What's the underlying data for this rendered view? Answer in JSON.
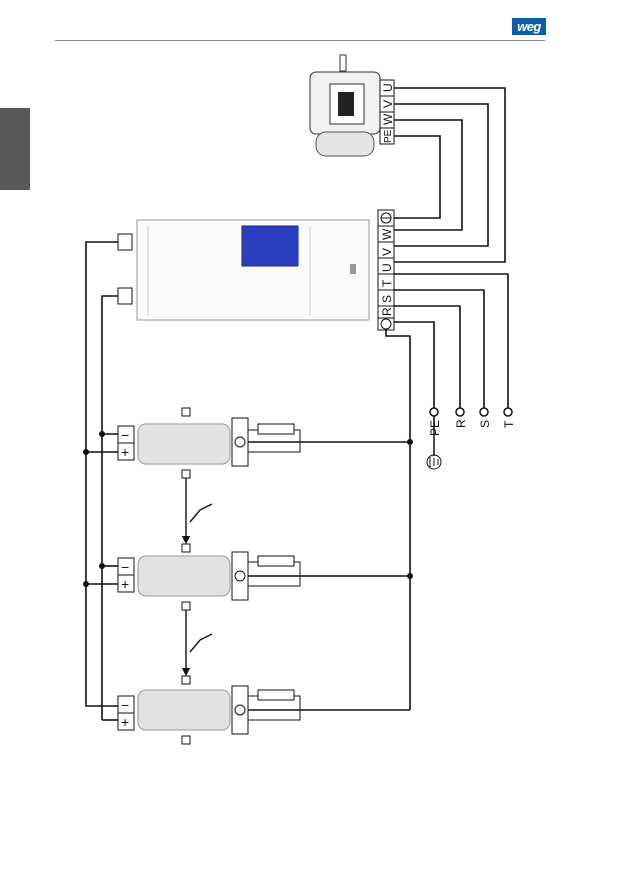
{
  "brand": {
    "logo_text": "weg"
  },
  "motor_terminals": [
    "U",
    "V",
    "W",
    "PE"
  ],
  "drive_output_terminals": [
    "U",
    "V",
    "W"
  ],
  "drive_input_terminals": [
    "R",
    "S",
    "T"
  ],
  "supply_lines": [
    "PE",
    "R",
    "S",
    "T"
  ],
  "colors": {
    "header_line": "#8a8a8a",
    "side_tab": "#58595b",
    "logo": "#0d5ea8",
    "drive_display": "#2a3fbf",
    "wire": "#111111"
  },
  "icons": [
    "motor-icon",
    "ground-icon",
    "capacitor-module-icon",
    "frequency-drive-icon"
  ]
}
